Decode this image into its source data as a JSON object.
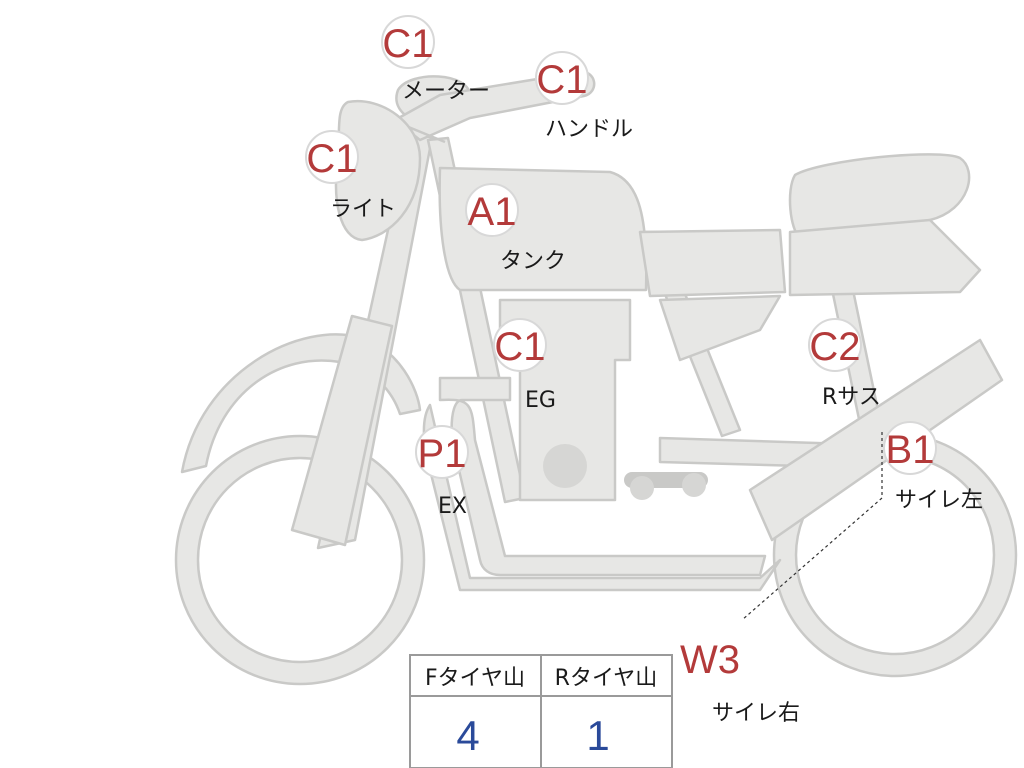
{
  "grades": {
    "meter": {
      "code": "C1",
      "part": "メーター"
    },
    "handle": {
      "code": "C1",
      "part": "ハンドル"
    },
    "light": {
      "code": "C1",
      "part": "ライト"
    },
    "tank": {
      "code": "A1",
      "part": "タンク"
    },
    "engine": {
      "code": "C1",
      "part": "EG"
    },
    "rear_suspension": {
      "code": "C2",
      "part": "Rサス"
    },
    "exhaust": {
      "code": "P1",
      "part": "EX"
    },
    "silencer_left": {
      "code": "B1",
      "part": "サイレ左"
    },
    "silencer_right": {
      "code": "W3",
      "part": "サイレ右"
    }
  },
  "tire_table": {
    "headers": [
      "Fタイヤ山",
      "Rタイヤ山"
    ],
    "values": [
      "4",
      "1"
    ]
  },
  "colors": {
    "body_fill": "#e7e7e5",
    "body_stroke": "#c9c9c7",
    "grade_text": "#b33a3a",
    "value_text": "#2a4a9a"
  }
}
